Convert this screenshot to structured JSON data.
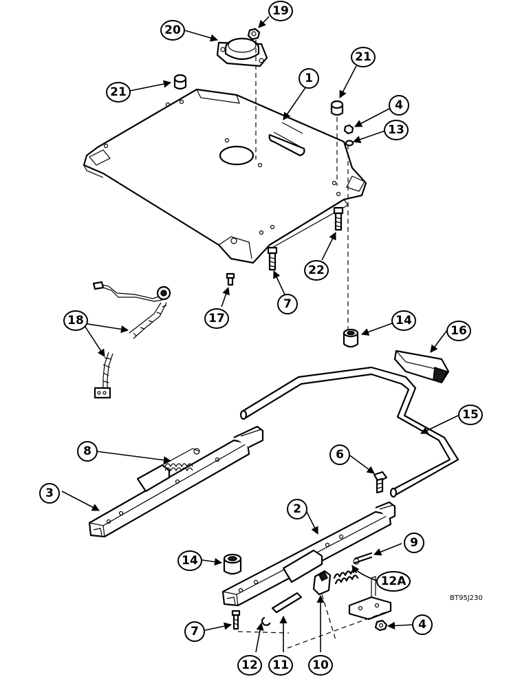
{
  "diagram_code": "BT95J230",
  "callouts": [
    {
      "id": "c1",
      "label": "1"
    },
    {
      "id": "c2",
      "label": "2"
    },
    {
      "id": "c3",
      "label": "3"
    },
    {
      "id": "c4a",
      "label": "4"
    },
    {
      "id": "c4b",
      "label": "4"
    },
    {
      "id": "c6",
      "label": "6"
    },
    {
      "id": "c7a",
      "label": "7"
    },
    {
      "id": "c7b",
      "label": "7"
    },
    {
      "id": "c8",
      "label": "8"
    },
    {
      "id": "c9",
      "label": "9"
    },
    {
      "id": "c10",
      "label": "10"
    },
    {
      "id": "c11",
      "label": "11"
    },
    {
      "id": "c12",
      "label": "12"
    },
    {
      "id": "c12a",
      "label": "12A"
    },
    {
      "id": "c13",
      "label": "13"
    },
    {
      "id": "c14a",
      "label": "14"
    },
    {
      "id": "c14b",
      "label": "14"
    },
    {
      "id": "c15",
      "label": "15"
    },
    {
      "id": "c16",
      "label": "16"
    },
    {
      "id": "c17",
      "label": "17"
    },
    {
      "id": "c18",
      "label": "18"
    },
    {
      "id": "c19",
      "label": "19"
    },
    {
      "id": "c20",
      "label": "20"
    },
    {
      "id": "c21a",
      "label": "21"
    },
    {
      "id": "c21b",
      "label": "21"
    },
    {
      "id": "c22",
      "label": "22"
    }
  ]
}
